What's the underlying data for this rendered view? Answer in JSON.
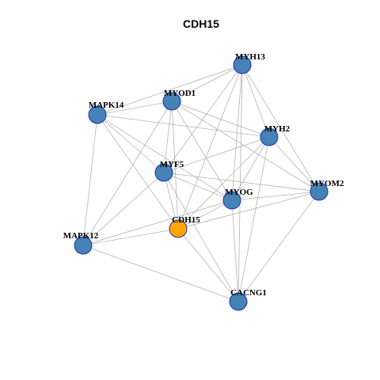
{
  "title": "CDH15",
  "colors": {
    "node_default": "#4682b4",
    "node_focus": "#ffa500",
    "node_border": "#1e2fbf",
    "edge": "#b3b3b3"
  },
  "graph": {
    "focus_node": "CDH15",
    "nodes": [
      {
        "id": "MYH13",
        "label": "MYH13"
      },
      {
        "id": "MYOD1",
        "label": "MYOD1"
      },
      {
        "id": "MAPK14",
        "label": "MAPK14"
      },
      {
        "id": "MYH2",
        "label": "MYH2"
      },
      {
        "id": "MYF5",
        "label": "MYF5"
      },
      {
        "id": "MYOG",
        "label": "MYOG"
      },
      {
        "id": "MYOM2",
        "label": "MYOM2"
      },
      {
        "id": "CDH15",
        "label": "CDH15"
      },
      {
        "id": "MAPK12",
        "label": "MAPK12"
      },
      {
        "id": "CACNG1",
        "label": "CACNG1"
      }
    ],
    "edges": [
      [
        "MYH13",
        "MYOD1"
      ],
      [
        "MYH13",
        "MAPK14"
      ],
      [
        "MYH13",
        "MYH2"
      ],
      [
        "MYH13",
        "MYF5"
      ],
      [
        "MYH13",
        "MYOG"
      ],
      [
        "MYH13",
        "MYOM2"
      ],
      [
        "MYH13",
        "CDH15"
      ],
      [
        "MYH13",
        "CACNG1"
      ],
      [
        "MYOD1",
        "MAPK14"
      ],
      [
        "MYOD1",
        "MYH2"
      ],
      [
        "MYOD1",
        "MYF5"
      ],
      [
        "MYOD1",
        "MYOG"
      ],
      [
        "MYOD1",
        "MYOM2"
      ],
      [
        "MYOD1",
        "CDH15"
      ],
      [
        "MYOD1",
        "MAPK12"
      ],
      [
        "MAPK14",
        "MYH2"
      ],
      [
        "MAPK14",
        "MYF5"
      ],
      [
        "MAPK14",
        "MYOG"
      ],
      [
        "MAPK14",
        "CDH15"
      ],
      [
        "MAPK14",
        "MAPK12"
      ],
      [
        "MYH2",
        "MYF5"
      ],
      [
        "MYH2",
        "MYOG"
      ],
      [
        "MYH2",
        "MYOM2"
      ],
      [
        "MYH2",
        "CDH15"
      ],
      [
        "MYH2",
        "CACNG1"
      ],
      [
        "MYF5",
        "MYOG"
      ],
      [
        "MYF5",
        "MYOM2"
      ],
      [
        "MYF5",
        "CDH15"
      ],
      [
        "MYF5",
        "MAPK12"
      ],
      [
        "MYF5",
        "CACNG1"
      ],
      [
        "MYOG",
        "MYOM2"
      ],
      [
        "MYOG",
        "CDH15"
      ],
      [
        "MYOG",
        "CACNG1"
      ],
      [
        "MYOG",
        "MAPK12"
      ],
      [
        "MYOM2",
        "CDH15"
      ],
      [
        "MYOM2",
        "CACNG1"
      ],
      [
        "CDH15",
        "MAPK12"
      ],
      [
        "CDH15",
        "CACNG1"
      ],
      [
        "MAPK12",
        "CACNG1"
      ]
    ]
  }
}
